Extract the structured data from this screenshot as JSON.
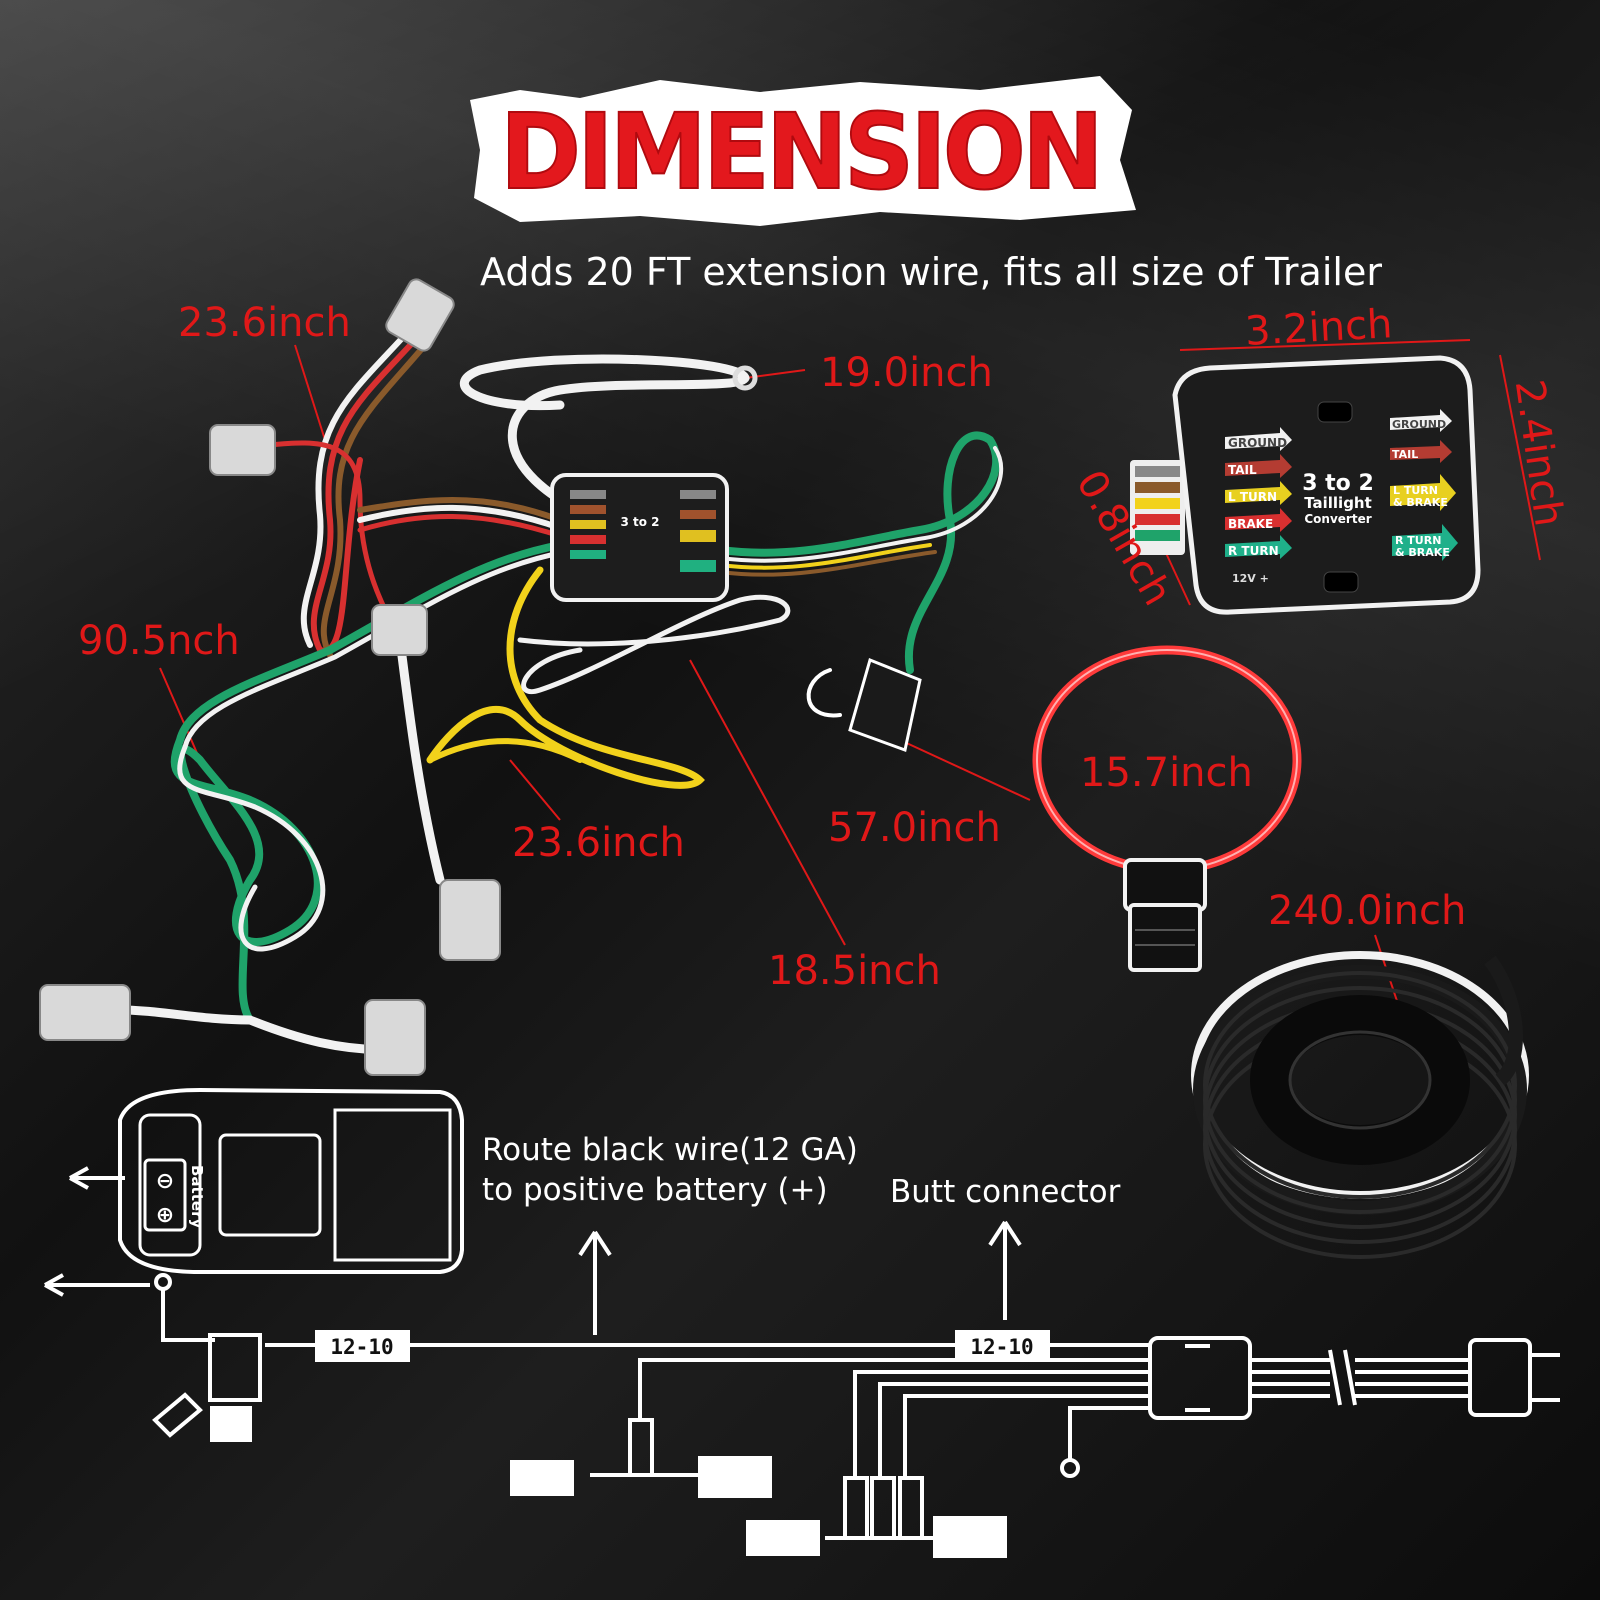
{
  "title": "DIMENSION",
  "subtitle": "Adds 20 FT extension wire, fits all size of Trailer",
  "measurements": {
    "harness_top": "23.6inch",
    "ground_wire": "19.0inch",
    "box_width": "3.2inch",
    "box_height": "2.4inch",
    "box_depth": "0.8inch",
    "green_harness": "90.5nch",
    "yellow_harness": "23.6inch",
    "flat4_plug": "57.0inch",
    "power_wire_loop": "15.7inch",
    "extension_wire": "240.0inch",
    "white_lead": "18.5inch"
  },
  "converter": {
    "title_line1": "3 to 2",
    "title_line2": "Taillight",
    "title_line3": "Converter",
    "left_labels": [
      "GROUND",
      "TAIL",
      "L TURN",
      "BRAKE",
      "R TURN"
    ],
    "right_labels": [
      "GROUND",
      "TAIL",
      "L TURN",
      "& BRAKE",
      "R TURN",
      "& BRAKE"
    ],
    "voltage": "12V +"
  },
  "wiring": {
    "battery_label": "Battery",
    "route_note_line1": "Route black wire(12 GA)",
    "route_note_line2": "to positive battery (+)",
    "butt_connector": "Butt connector",
    "gauge_left": "12-10",
    "gauge_right": "12-10"
  },
  "colors": {
    "label_red": "#e01818",
    "wire_green": "#1fa36a",
    "wire_yellow": "#f2d21b",
    "wire_brown": "#8a5a2b",
    "wire_red": "#d83030",
    "title_red": "#e3181d"
  }
}
